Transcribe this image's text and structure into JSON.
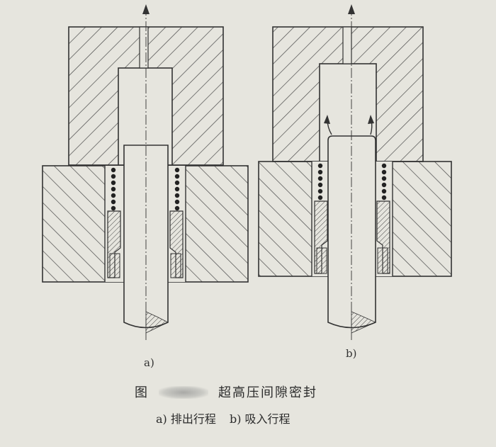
{
  "figure": {
    "panel_a_label": "a)",
    "panel_b_label": "b)",
    "caption_prefix": "图",
    "caption_title": "超高压间隙密封",
    "sub_caption_a": "a) 排出行程",
    "sub_caption_b": "b) 吸入行程"
  },
  "colors": {
    "background": "#e6e5de",
    "line": "#3a3a3a",
    "hatch": "#4a4a4a"
  },
  "icons": {
    "flow_arrow": "arrow-up-icon",
    "spring": "spring-coil-icon"
  }
}
